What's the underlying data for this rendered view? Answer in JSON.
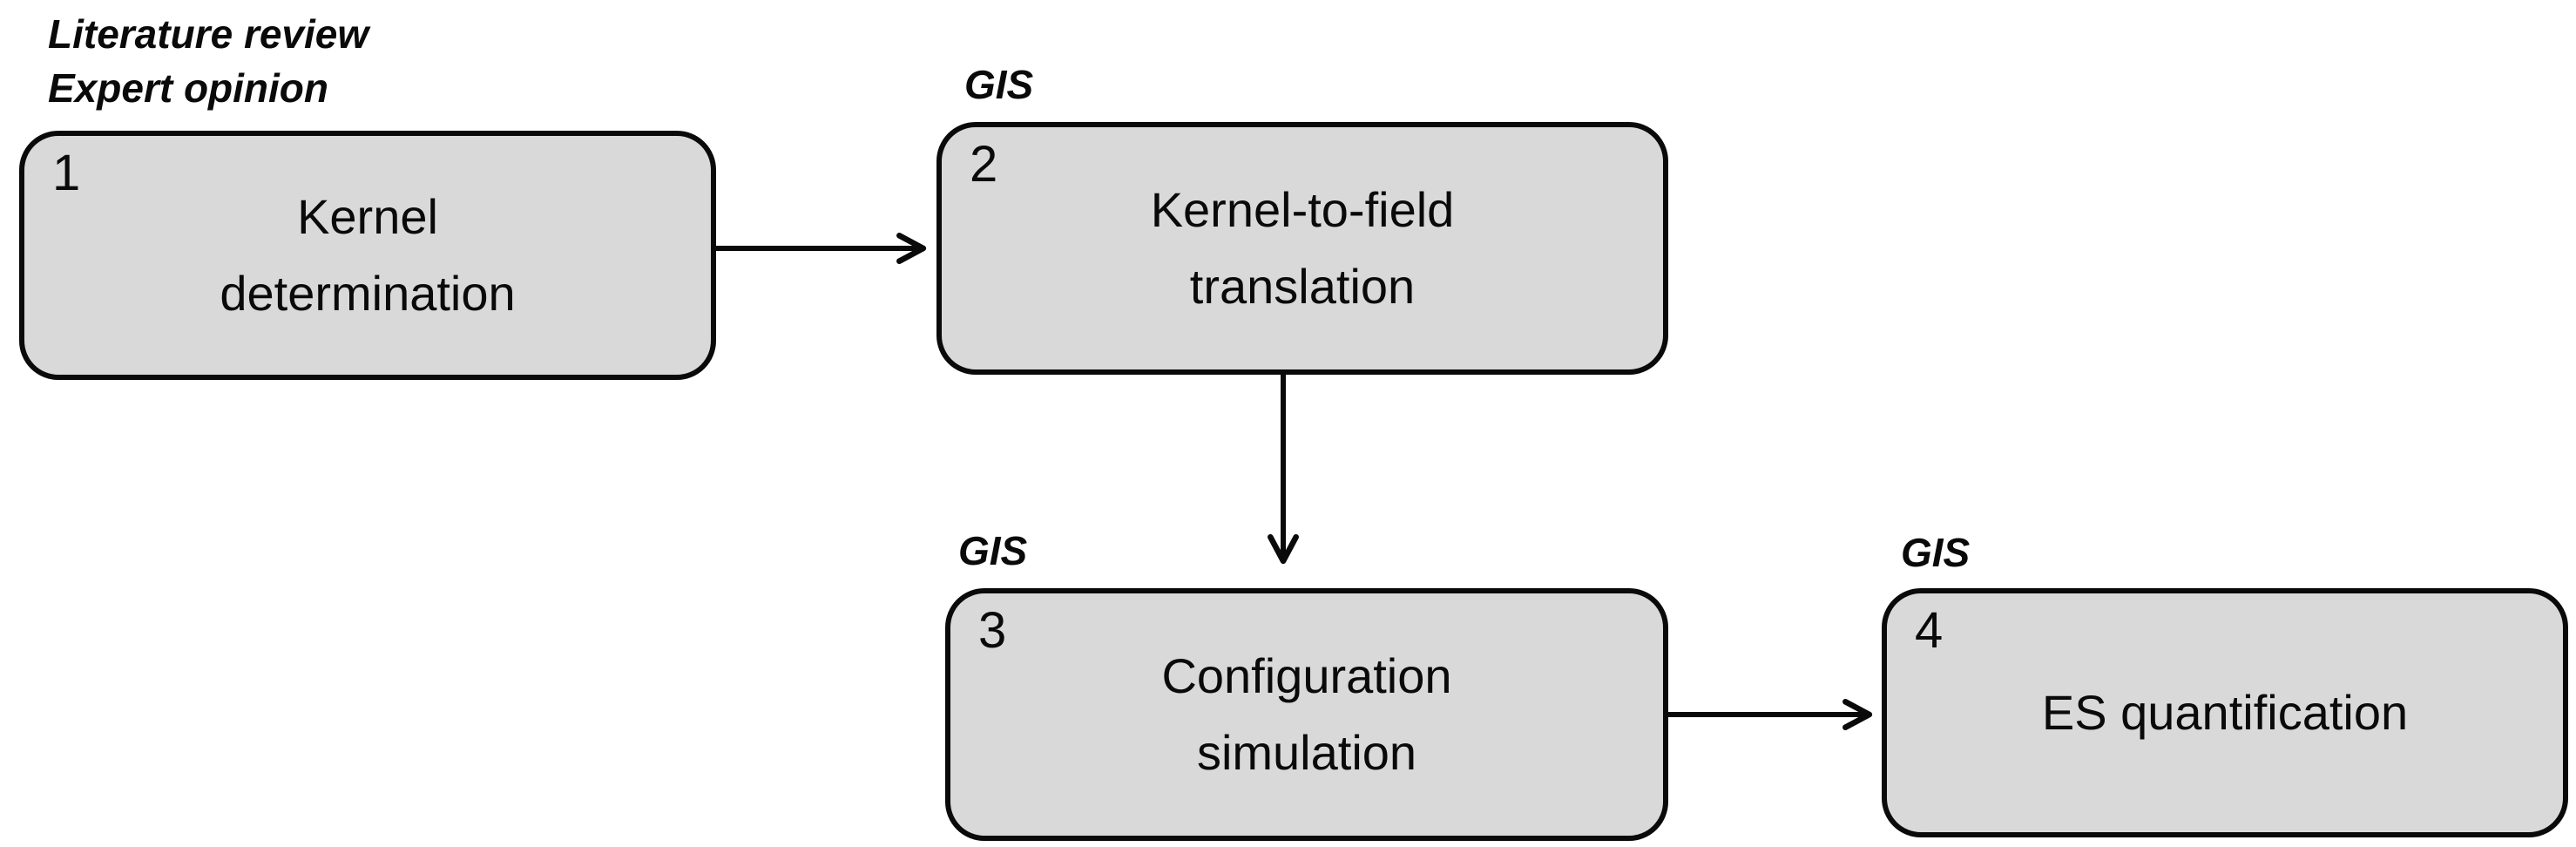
{
  "diagram_type": "workflow-flowchart",
  "colors": {
    "background": "#ffffff",
    "box_fill": "#d9d9d9",
    "box_border": "#0a0a0a",
    "arrow": "#0a0a0a",
    "text": "#0a0a0a"
  },
  "workflow": {
    "steps": [
      {
        "number": "1",
        "title_lines": [
          "Kernel",
          "determination"
        ],
        "method_lines": [
          "Literature review",
          "Expert opinion"
        ]
      },
      {
        "number": "2",
        "title_lines": [
          "Kernel-to-field",
          "translation"
        ],
        "method_lines": [
          "GIS"
        ]
      },
      {
        "number": "3",
        "title_lines": [
          "Configuration",
          "simulation"
        ],
        "method_lines": [
          "GIS"
        ]
      },
      {
        "number": "4",
        "title_lines": [
          "ES quantification"
        ],
        "method_lines": [
          "GIS"
        ]
      }
    ],
    "arrows": [
      {
        "from": "1",
        "to": "2",
        "direction": "right"
      },
      {
        "from": "2",
        "to": "3",
        "direction": "down"
      },
      {
        "from": "3",
        "to": "4",
        "direction": "right"
      }
    ]
  }
}
